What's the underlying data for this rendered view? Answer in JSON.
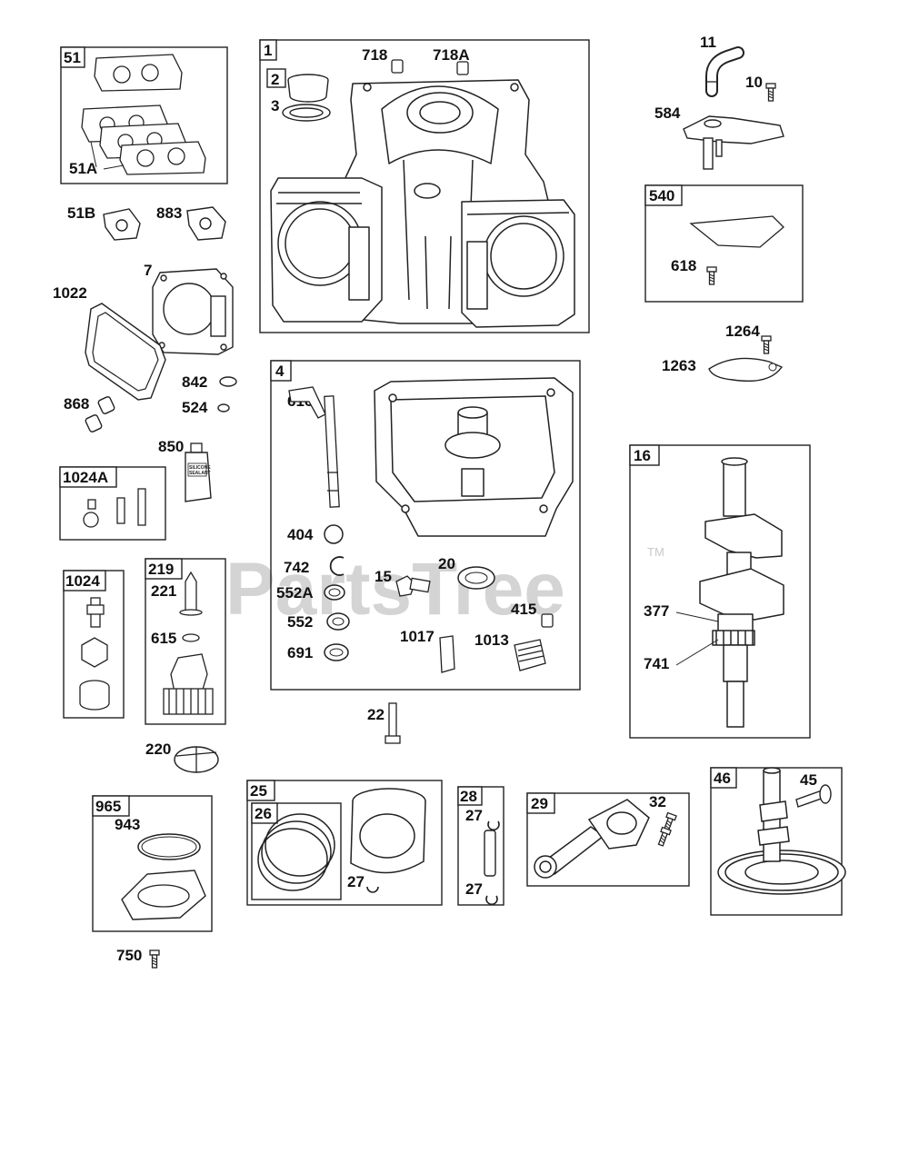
{
  "watermark": {
    "text": "PartsTree",
    "tm": "TM"
  },
  "tube_label": [
    "SILICONE",
    "SEALANT"
  ],
  "boxes": {
    "b1": "1",
    "b2": "2",
    "b4": "4",
    "b16": "16",
    "b25": "25",
    "b26": "26",
    "b28": "28",
    "b29": "29",
    "b46": "46",
    "b51": "51",
    "b219": "219",
    "b540": "540",
    "b965": "965",
    "b1024": "1024",
    "b1024A": "1024A"
  },
  "labels": {
    "l718": "718",
    "l718A": "718A",
    "l3": "3",
    "l11": "11",
    "l10": "10",
    "l584": "584",
    "l51A": "51A",
    "l51B": "51B",
    "l883": "883",
    "l7": "7",
    "l1022": "1022",
    "l618": "618",
    "l1264": "1264",
    "l1263": "1263",
    "l842": "842",
    "l524": "524",
    "l868": "868",
    "l850": "850",
    "l616": "616",
    "l404": "404",
    "l742": "742",
    "l552A": "552A",
    "l552": "552",
    "l691": "691",
    "l15": "15",
    "l20": "20",
    "l415": "415",
    "l1017": "1017",
    "l1013": "1013",
    "l221": "221",
    "l615": "615",
    "l377": "377",
    "l741": "741",
    "l22": "22",
    "l220": "220",
    "l943": "943",
    "l27a": "27",
    "l27b": "27",
    "l27c": "27",
    "l32": "32",
    "l45": "45",
    "l750": "750"
  }
}
